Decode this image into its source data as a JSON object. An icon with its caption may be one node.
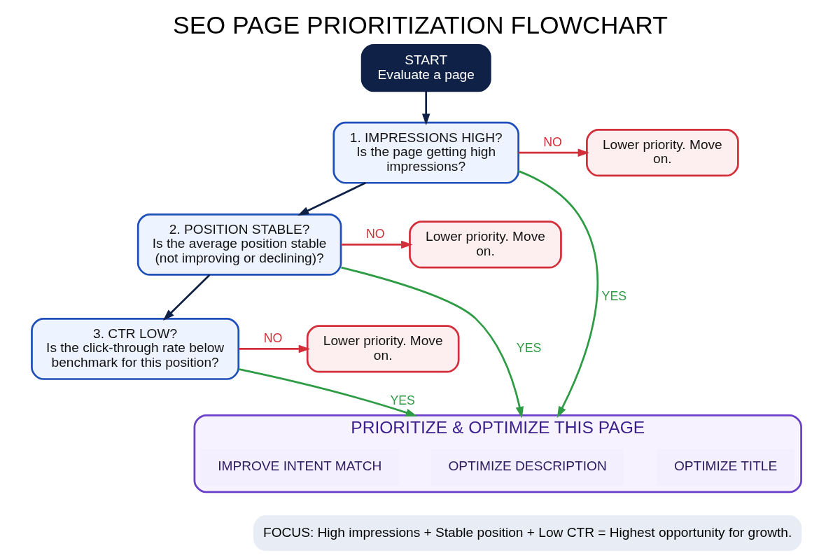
{
  "diagram": {
    "title": "SEO PAGE PRIORITIZATION FLOWCHART",
    "nodes": [
      {
        "text": [
          "START",
          "Evaluate a page"
        ]
      },
      {
        "text": [
          "1. IMPRESSIONS HIGH?",
          "Is the page getting high impressions?"
        ]
      },
      {
        "text": [
          "2. POSITION STABLE?",
          "Is the average position stable (not improving or declining)?"
        ]
      },
      {
        "text": [
          "3. CTR LOW?",
          "Is the click-through rate below benchmark for this position?"
        ]
      },
      {
        "text": [
          "PRIORITIZE & OPTIMIZE THIS PAGE"
        ]
      },
      {
        "text": [
          "OPTIMIZE TITLE"
        ],
        "in": 4
      },
      {
        "text": [
          "OPTIMIZE DESCRIPTION"
        ],
        "in": 4
      },
      {
        "text": [
          "IMPROVE INTENT MATCH"
        ],
        "in": 4
      },
      {
        "text": [
          "Lower priority. Move on."
        ]
      },
      {
        "text": [
          "Lower priority. Move on."
        ]
      },
      {
        "text": [
          "Lower priority. Move on."
        ]
      }
    ],
    "edges": [
      {
        "from": 0,
        "to": 1,
        "arrow": "to"
      },
      {
        "from": 1,
        "to": 2,
        "arrow": "to"
      },
      {
        "from": 2,
        "to": 3,
        "arrow": "to"
      },
      {
        "from": 1,
        "to": 8,
        "arrow": "to",
        "label": "NO",
        "color": "#d32f3a"
      },
      {
        "from": 2,
        "to": 9,
        "arrow": "to",
        "label": "NO",
        "color": "#d32f3a"
      },
      {
        "from": 3,
        "to": 10,
        "arrow": "to",
        "label": "NO",
        "color": "#d32f3a"
      },
      {
        "from": 1,
        "to": 4,
        "arrow": "to",
        "label": "YES",
        "color": "#2e9b45"
      },
      {
        "from": 2,
        "to": 4,
        "arrow": "to",
        "label": "YES",
        "color": "#2e9b45"
      },
      {
        "from": 3,
        "to": 4,
        "arrow": "to",
        "label": "YES",
        "color": "#2e9b45"
      }
    ],
    "labels": [
      "FOCUS: High impressions + Stable position + Low CTR = Highest opportunity for growth."
    ]
  }
}
